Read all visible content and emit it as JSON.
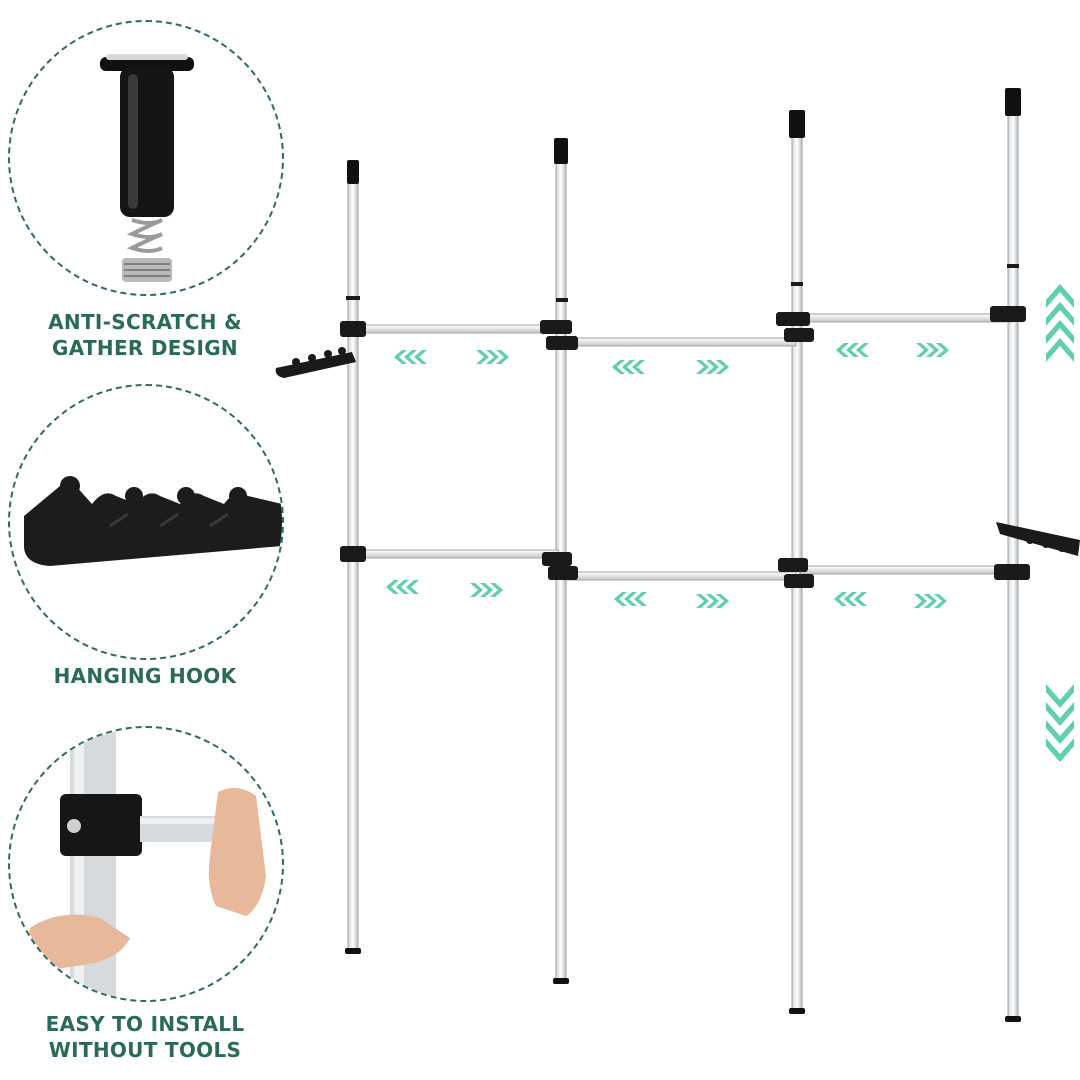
{
  "features": [
    {
      "name": "anti-scratch",
      "label_lines": [
        "ANTI-SCRATCH &",
        "GATHER DESIGN"
      ],
      "icon": "pole-cap-spring-icon"
    },
    {
      "name": "hanging-hook",
      "label_lines": [
        "HANGING HOOK"
      ],
      "icon": "hanging-hook-icon"
    },
    {
      "name": "easy-install",
      "label_lines": [
        "EASY TO INSTALL",
        "WITHOUT TOOLS"
      ],
      "icon": "hand-clamp-icon"
    }
  ],
  "colors": {
    "accent": "#2b6a58",
    "arrow": "#5fcfb0",
    "pole": "#e6e8ea",
    "plastic": "#1a1a1a"
  }
}
